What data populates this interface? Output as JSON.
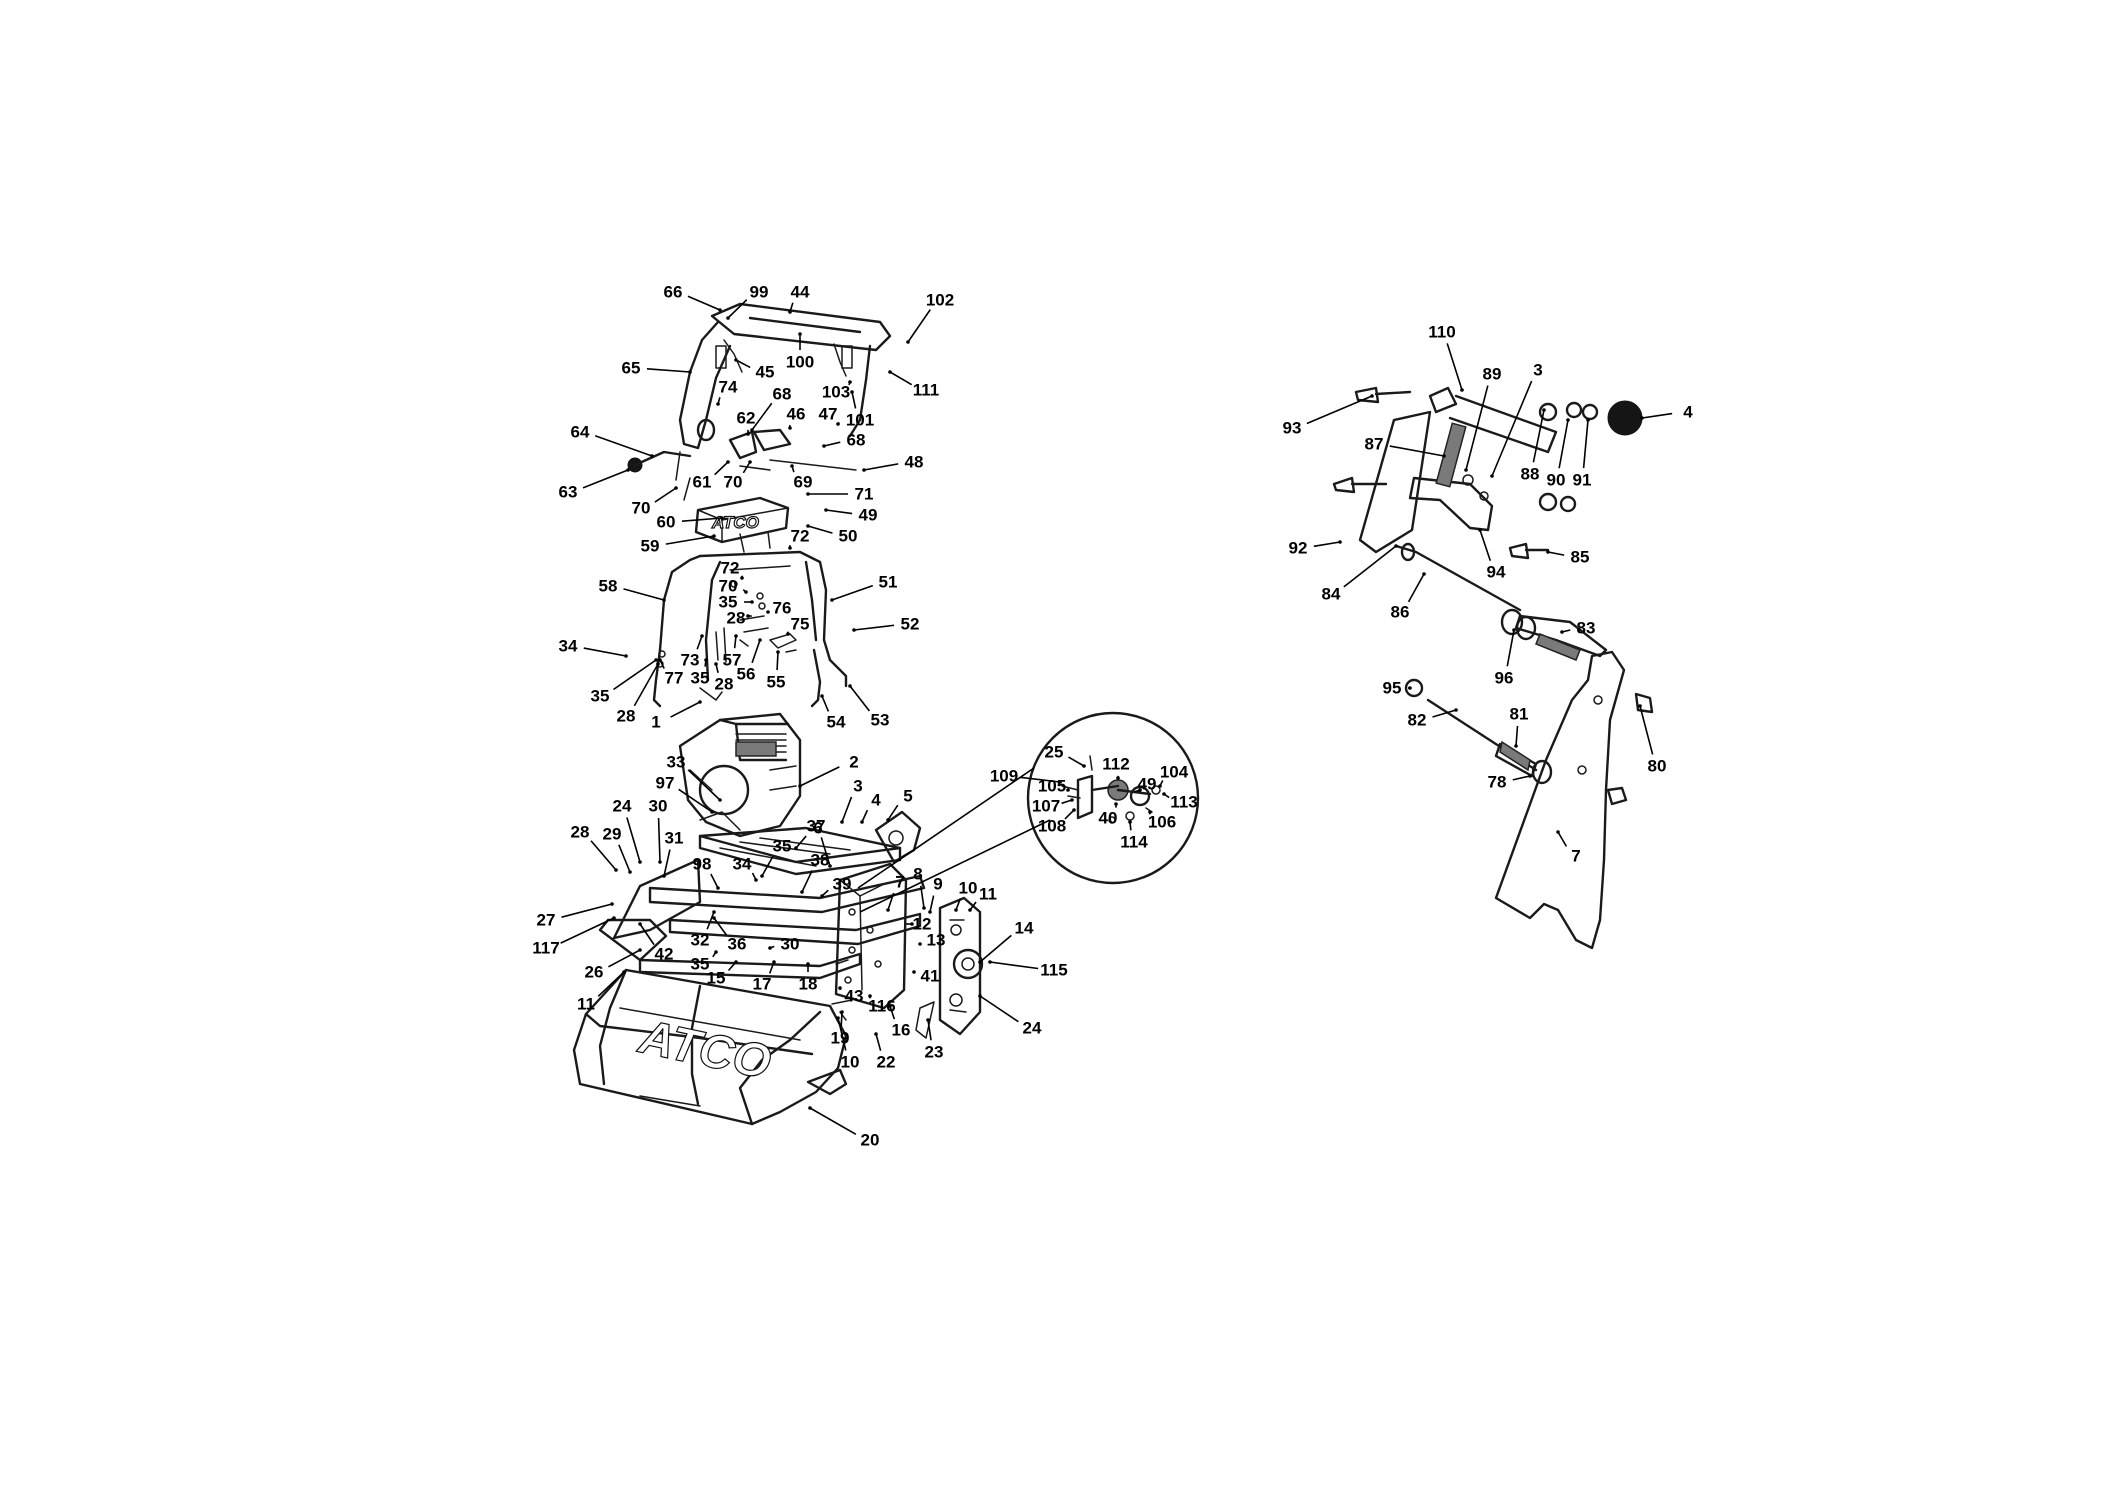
{
  "brand_text": "ATCO",
  "callouts": [
    {
      "n": "66"
    },
    {
      "n": "99"
    },
    {
      "n": "44"
    },
    {
      "n": "102"
    },
    {
      "n": "65"
    },
    {
      "n": "45"
    },
    {
      "n": "100"
    },
    {
      "n": "74"
    },
    {
      "n": "111"
    },
    {
      "n": "68"
    },
    {
      "n": "103"
    },
    {
      "n": "62"
    },
    {
      "n": "46"
    },
    {
      "n": "47"
    },
    {
      "n": "101"
    },
    {
      "n": "64"
    },
    {
      "n": "68"
    },
    {
      "n": "48"
    },
    {
      "n": "61"
    },
    {
      "n": "70"
    },
    {
      "n": "69"
    },
    {
      "n": "63"
    },
    {
      "n": "71"
    },
    {
      "n": "70"
    },
    {
      "n": "49"
    },
    {
      "n": "60"
    },
    {
      "n": "50"
    },
    {
      "n": "59"
    },
    {
      "n": "72"
    },
    {
      "n": "72"
    },
    {
      "n": "58"
    },
    {
      "n": "70"
    },
    {
      "n": "51"
    },
    {
      "n": "35"
    },
    {
      "n": "76"
    },
    {
      "n": "28"
    },
    {
      "n": "52"
    },
    {
      "n": "75"
    },
    {
      "n": "34"
    },
    {
      "n": "73"
    },
    {
      "n": "57"
    },
    {
      "n": "77"
    },
    {
      "n": "35"
    },
    {
      "n": "56"
    },
    {
      "n": "55"
    },
    {
      "n": "35"
    },
    {
      "n": "28"
    },
    {
      "n": "53"
    },
    {
      "n": "28"
    },
    {
      "n": "1"
    },
    {
      "n": "54"
    },
    {
      "n": "33"
    },
    {
      "n": "2"
    },
    {
      "n": "97"
    },
    {
      "n": "3"
    },
    {
      "n": "4"
    },
    {
      "n": "5"
    },
    {
      "n": "24"
    },
    {
      "n": "30"
    },
    {
      "n": "6"
    },
    {
      "n": "37"
    },
    {
      "n": "28"
    },
    {
      "n": "29"
    },
    {
      "n": "31"
    },
    {
      "n": "35"
    },
    {
      "n": "98"
    },
    {
      "n": "34"
    },
    {
      "n": "38"
    },
    {
      "n": "39"
    },
    {
      "n": "7"
    },
    {
      "n": "8"
    },
    {
      "n": "9"
    },
    {
      "n": "10"
    },
    {
      "n": "11"
    },
    {
      "n": "27"
    },
    {
      "n": "12"
    },
    {
      "n": "117"
    },
    {
      "n": "32"
    },
    {
      "n": "36"
    },
    {
      "n": "13"
    },
    {
      "n": "14"
    },
    {
      "n": "42"
    },
    {
      "n": "30"
    },
    {
      "n": "26"
    },
    {
      "n": "35"
    },
    {
      "n": "115"
    },
    {
      "n": "15"
    },
    {
      "n": "17"
    },
    {
      "n": "18"
    },
    {
      "n": "41"
    },
    {
      "n": "11"
    },
    {
      "n": "43"
    },
    {
      "n": "116"
    },
    {
      "n": "24"
    },
    {
      "n": "16"
    },
    {
      "n": "19"
    },
    {
      "n": "23"
    },
    {
      "n": "10"
    },
    {
      "n": "22"
    },
    {
      "n": "20"
    },
    {
      "n": "25"
    },
    {
      "n": "112"
    },
    {
      "n": "104"
    },
    {
      "n": "109"
    },
    {
      "n": "49"
    },
    {
      "n": "105"
    },
    {
      "n": "113"
    },
    {
      "n": "107"
    },
    {
      "n": "40"
    },
    {
      "n": "106"
    },
    {
      "n": "108"
    },
    {
      "n": "114"
    },
    {
      "n": "110"
    },
    {
      "n": "89"
    },
    {
      "n": "3"
    },
    {
      "n": "4"
    },
    {
      "n": "93"
    },
    {
      "n": "87"
    },
    {
      "n": "88"
    },
    {
      "n": "90"
    },
    {
      "n": "91"
    },
    {
      "n": "92"
    },
    {
      "n": "85"
    },
    {
      "n": "94"
    },
    {
      "n": "84"
    },
    {
      "n": "86"
    },
    {
      "n": "83"
    },
    {
      "n": "96"
    },
    {
      "n": "95"
    },
    {
      "n": "82"
    },
    {
      "n": "81"
    },
    {
      "n": "80"
    },
    {
      "n": "78"
    },
    {
      "n": "7"
    },
    {
      "n": "79"
    }
  ]
}
